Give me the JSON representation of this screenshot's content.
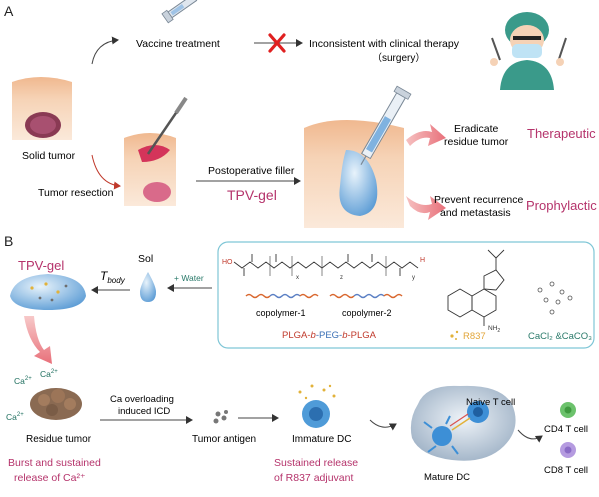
{
  "panel_a": {
    "label": "A",
    "vaccine": "Vaccine treatment",
    "inconsistent_l1": "Inconsistent with clinical therapy",
    "inconsistent_l2": "（surgery）",
    "solid_tumor": "Solid tumor",
    "tumor_resection": "Tumor resection",
    "postop_filler": "Postoperative filler",
    "tpv_gel": "TPV-gel",
    "eradicate_l1": "Eradicate",
    "eradicate_l2": "residue tumor",
    "therapeutic": "Therapeutic",
    "prevent_l1": "Prevent recurrence",
    "prevent_l2": "and metastasis",
    "prophylactic": "Prophylactic"
  },
  "panel_b": {
    "label": "B",
    "tpv_gel": "TPV-gel",
    "t_body": "T",
    "t_body_sub": "body",
    "sol": "Sol",
    "water": "+ Water",
    "ho": "HO",
    "h": "H",
    "sub_x": "x",
    "sub_y": "y",
    "sub_z": "z",
    "copolymer1": "copolymer-1",
    "copolymer2": "copolymer-2",
    "plga_a": "PLGA-",
    "plga_b1": "b",
    "plga_peg": "-PEG-",
    "plga_b2": "b",
    "plga_c": "-PLGA",
    "r837": "R837",
    "nh2": "NH",
    "nh2_sub": "2",
    "cacl": "CaCl₂ &CaCO₃",
    "ca": "Ca",
    "ca_sup": "2+",
    "ca_overload_l1": "Ca overloading",
    "ca_overload_l2": "induced ICD",
    "residue_tumor": "Residue tumor",
    "tumor_antigen": "Tumor antigen",
    "immature_dc": "Immature DC",
    "naive_t": "Naive T cell",
    "mature_dc": "Mature DC",
    "cd4": "CD4 T cell",
    "cd8": "CD8 T cell",
    "burst_l1": "Burst and sustained",
    "burst_l2": "release of Ca²⁺",
    "sustained_l1": "Sustained release",
    "sustained_l2": "of R837 adjuvant"
  },
  "colors": {
    "magenta": "#b5336b",
    "skin": "#f3caa9",
    "gel_blue": "#6aa6d8",
    "arrow_red": "#c0392b"
  }
}
